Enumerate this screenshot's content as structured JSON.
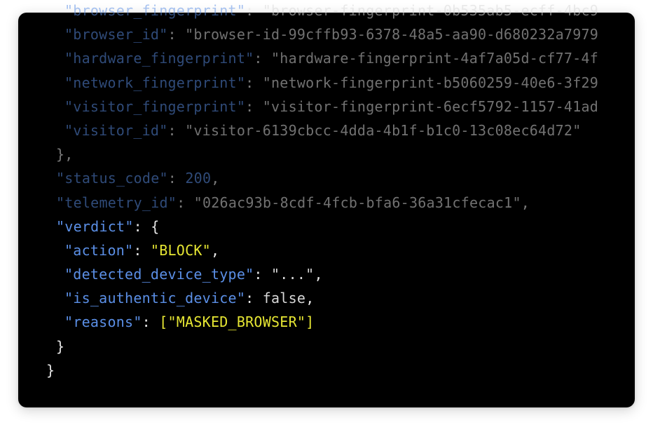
{
  "lines": [
    {
      "indent": "lvl3",
      "faded": true,
      "key": "\"browser_fingerprint\"",
      "sep": ": ",
      "val": "\"browser-fingerprint-0b535ab5-ecff-4bc9",
      "vclass": "str",
      "end": ""
    },
    {
      "indent": "lvl3",
      "faded": true,
      "key": "\"browser_id\"",
      "sep": ": ",
      "val": "\"browser-id-99cffb93-6378-48a5-aa90-d680232a7979",
      "vclass": "str",
      "end": ""
    },
    {
      "indent": "lvl3",
      "faded": true,
      "key": "\"hardware_fingerprint\"",
      "sep": ": ",
      "val": "\"hardware-fingerprint-4af7a05d-cf77-4f",
      "vclass": "str",
      "end": ""
    },
    {
      "indent": "lvl3",
      "faded": true,
      "key": "\"network_fingerprint\"",
      "sep": ": ",
      "val": "\"network-fingerprint-b5060259-40e6-3f29",
      "vclass": "str",
      "end": ""
    },
    {
      "indent": "lvl3",
      "faded": true,
      "key": "\"visitor_fingerprint\"",
      "sep": ": ",
      "val": "\"visitor-fingerprint-6ecf5792-1157-41ad",
      "vclass": "str",
      "end": ""
    },
    {
      "indent": "lvl3",
      "faded": true,
      "key": "\"visitor_id\"",
      "sep": ": ",
      "val": "\"visitor-6139cbcc-4dda-4b1f-b1c0-13c08ec64d72\"",
      "vclass": "str",
      "end": ""
    },
    {
      "indent": "lvl2",
      "faded": true,
      "key": "",
      "sep": "",
      "val": "}",
      "vclass": "punc",
      "end": ","
    },
    {
      "indent": "lvl2",
      "faded": true,
      "key": "\"status_code\"",
      "sep": ": ",
      "val": "200",
      "vclass": "num",
      "end": ","
    },
    {
      "indent": "lvl2",
      "faded": true,
      "key": "\"telemetry_id\"",
      "sep": ": ",
      "val": "\"026ac93b-8cdf-4fcb-bfa6-36a31cfecac1\"",
      "vclass": "str",
      "end": ","
    },
    {
      "indent": "lvl2",
      "faded": false,
      "key": "\"verdict\"",
      "sep": ": ",
      "val": "{",
      "vclass": "punc",
      "end": ""
    },
    {
      "indent": "lvl3",
      "faded": false,
      "key": "\"action\"",
      "sep": ": ",
      "val": "\"BLOCK\"",
      "vclass": "yel",
      "end": ","
    },
    {
      "indent": "lvl3",
      "faded": false,
      "key": "\"detected_device_type\"",
      "sep": ": ",
      "val": "\"...\"",
      "vclass": "str",
      "end": ","
    },
    {
      "indent": "lvl3",
      "faded": false,
      "key": "\"is_authentic_device\"",
      "sep": ": ",
      "val": "false",
      "vclass": "kw",
      "end": ","
    },
    {
      "indent": "lvl3",
      "faded": false,
      "key": "\"reasons\"",
      "sep": ": ",
      "val": "[\"MASKED_BROWSER\"]",
      "vclass": "yel",
      "end": ""
    },
    {
      "indent": "lvl2",
      "faded": false,
      "key": "",
      "sep": "",
      "val": "}",
      "vclass": "punc",
      "end": ""
    },
    {
      "indent": "lvl1",
      "faded": false,
      "key": "",
      "sep": "",
      "val": "}",
      "vclass": "punc",
      "end": ""
    }
  ]
}
